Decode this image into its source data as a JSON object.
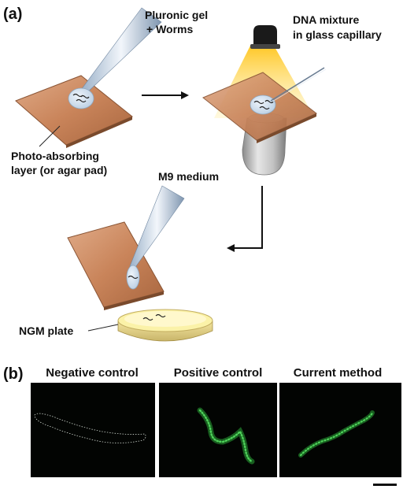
{
  "panel_a": {
    "label": "(a)",
    "step1": {
      "pipette_label_line1": "Pluronic gel",
      "pipette_label_line2": "+ Worms",
      "slide_label_line1": "Photo-absorbing",
      "slide_label_line2": "layer (or agar pad)"
    },
    "step2": {
      "capillary_label_line1": "DNA mixture",
      "capillary_label_line2": "in glass capillary"
    },
    "step3": {
      "pipette_label": "M9 medium",
      "plate_label": "NGM plate"
    }
  },
  "panel_b": {
    "label": "(b)",
    "columns": [
      "Negative control",
      "Positive control",
      "Current method"
    ]
  },
  "colors": {
    "slide": "#c9845a",
    "gel_fill": "#cfe0f0",
    "light_beam": "#ffd23a",
    "plate_fill": "#fbf2a8",
    "microscope_body": "#c8c8c8",
    "fluorescence": "#3ec04a",
    "image_background": "#020402"
  }
}
